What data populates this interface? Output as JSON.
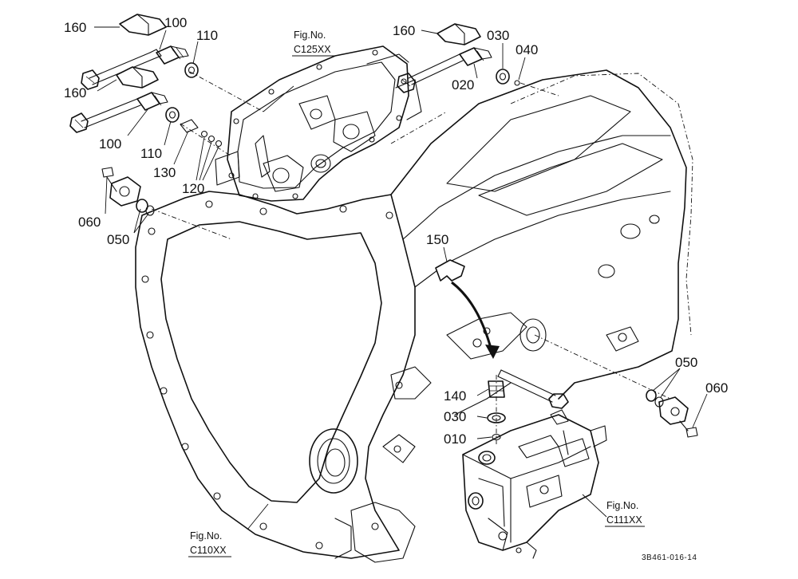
{
  "callouts": [
    {
      "id": "c160a",
      "text": "160"
    },
    {
      "id": "c100a",
      "text": "100"
    },
    {
      "id": "c110a",
      "text": "110"
    },
    {
      "id": "c160b",
      "text": "160"
    },
    {
      "id": "c100b",
      "text": "100"
    },
    {
      "id": "c110b",
      "text": "110"
    },
    {
      "id": "c130",
      "text": "130"
    },
    {
      "id": "c120",
      "text": "120"
    },
    {
      "id": "c060a",
      "text": "060"
    },
    {
      "id": "c050a",
      "text": "050"
    },
    {
      "id": "c160c",
      "text": "160"
    },
    {
      "id": "c030a",
      "text": "030"
    },
    {
      "id": "c040",
      "text": "040"
    },
    {
      "id": "c020",
      "text": "020"
    },
    {
      "id": "c150",
      "text": "150"
    },
    {
      "id": "c140",
      "text": "140"
    },
    {
      "id": "c030b",
      "text": "030"
    },
    {
      "id": "c010",
      "text": "010"
    },
    {
      "id": "c050b",
      "text": "050"
    },
    {
      "id": "c060b",
      "text": "060"
    }
  ],
  "figure_refs": [
    {
      "id": "fig125",
      "line1": "Fig.No.",
      "line2": "C125XX"
    },
    {
      "id": "fig111",
      "line1": "Fig.No.",
      "line2": "C111XX"
    },
    {
      "id": "fig110",
      "line1": "Fig.No.",
      "line2": "C110XX"
    }
  ],
  "drawing_code": "3B461-016-14"
}
